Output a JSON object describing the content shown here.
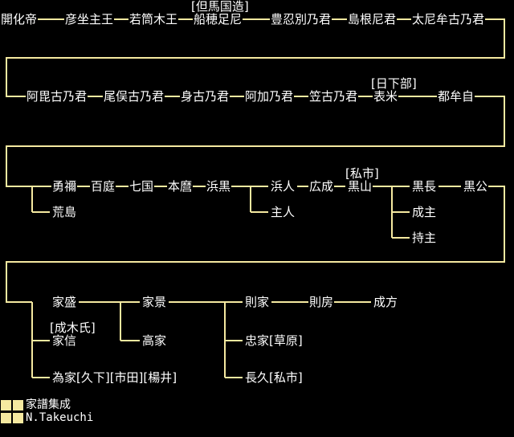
{
  "colors": {
    "background": "#000000",
    "text": "#ffffff",
    "line": "#f5e9a0",
    "legend_square": "#f5e9a0"
  },
  "rows": {
    "r1": [
      "開化帝",
      "彦坐主王",
      "若筒木王",
      "船穂足尼",
      "豊忍別乃君",
      "島根尼君",
      "太尼牟古乃君"
    ],
    "r2": [
      "阿毘古乃君",
      "尾俣古乃君",
      "身古乃君",
      "阿加乃君",
      "笠古乃君",
      "表米",
      "都牟自"
    ],
    "r3": [
      "勇禰",
      "百庭",
      "七国",
      "本麿",
      "浜黒",
      "荒島",
      "浜人",
      "主人",
      "広成",
      "黒山",
      "黒長",
      "黒公",
      "成主",
      "持主"
    ],
    "r4": [
      "家盛",
      "家景",
      "則家",
      "則房",
      "成方",
      "家信",
      "高家",
      "忠家[草原]",
      "長久[私市]",
      "為家[久下][市田][楊井]"
    ]
  },
  "badges": {
    "tajima": "[但馬国造]",
    "kusakabe": "[日下部]",
    "kisaichi": "[私市]",
    "nariki": "[成木氏]"
  },
  "footer": {
    "title": "家譜集成",
    "author": "N.Takeuchi"
  }
}
